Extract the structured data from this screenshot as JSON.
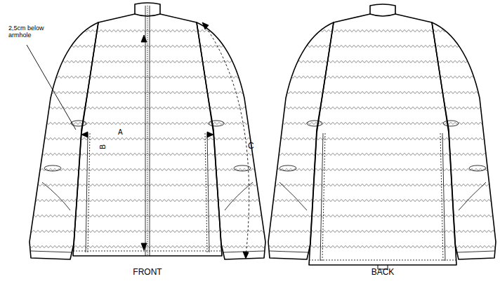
{
  "diagram": {
    "labels": [
      "2,5cm below armhole",
      "A",
      "B",
      "C",
      "FRONT",
      "BACK"
    ]
  }
}
